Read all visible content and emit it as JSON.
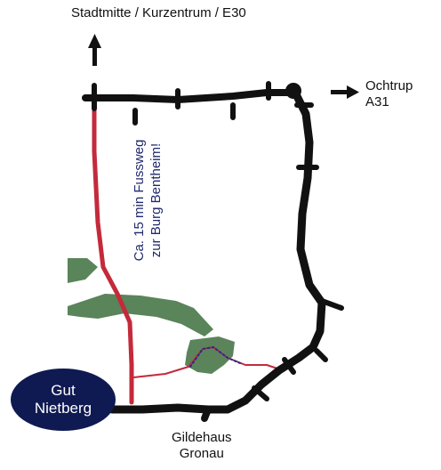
{
  "labels": {
    "north": "Stadtmitte / Kurzentrum / E30",
    "east_line1": "Ochtrup",
    "east_line2": "A31",
    "south_line1": "Gildehaus",
    "south_line2": "Gronau"
  },
  "note": {
    "line1": "Ca. 15 min Fussweg",
    "line2": "zur Burg Bentheim!"
  },
  "badge": {
    "line1": "Gut",
    "line2": "Nietberg"
  },
  "colors": {
    "road": "#111111",
    "footpath": "#c42a3a",
    "forest": "#3e6f3e",
    "badge": "#0f1a52",
    "note_text": "#1f2a6d"
  },
  "icons": {
    "north_arrow": "arrow-up-icon",
    "east_arrow": "arrow-right-icon"
  }
}
